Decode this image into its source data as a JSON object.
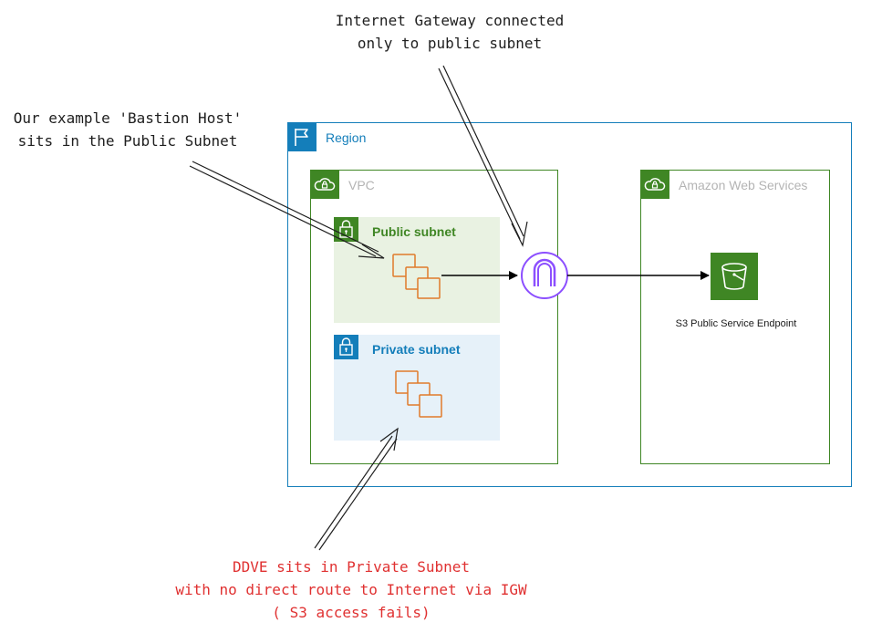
{
  "containers": {
    "region": {
      "label": "Region",
      "icon": "flag-icon",
      "color": "#147eba"
    },
    "vpc": {
      "label": "VPC",
      "icon": "cloud-lock-icon",
      "color": "#3f8624"
    },
    "public_subnet": {
      "label": "Public subnet",
      "icon": "padlock-icon",
      "color": "#3f8624",
      "fill": "#e9f2e2"
    },
    "private_subnet": {
      "label": "Private subnet",
      "icon": "padlock-icon",
      "color": "#147eba",
      "fill": "#e6f1f9"
    },
    "aws_cloud": {
      "label": "Amazon Web Services",
      "icon": "cloud-lock-icon",
      "color": "#3f8624"
    }
  },
  "nodes": {
    "bastion_instances": {
      "icon": "ec2-instances-icon",
      "color": "#e07b2a"
    },
    "ddve_instances": {
      "icon": "ec2-instances-icon",
      "color": "#e07b2a"
    },
    "internet_gateway": {
      "icon": "internet-gateway-icon",
      "color": "#8c4fff"
    },
    "s3_endpoint": {
      "label": "S3 Public Service Endpoint",
      "icon": "s3-bucket-icon",
      "color": "#3f8624"
    }
  },
  "annotations": {
    "igw": {
      "lines": [
        "Internet Gateway connected",
        "only to public subnet"
      ],
      "color": "#1e1e1e"
    },
    "bastion": {
      "lines": [
        "Our example 'Bastion Host'",
        "sits in the Public Subnet"
      ],
      "color": "#1e1e1e"
    },
    "ddve": {
      "lines": [
        "DDVE sits in Private Subnet",
        "with no direct route to Internet via IGW",
        "( S3 access fails)"
      ],
      "color": "#e03131"
    }
  }
}
